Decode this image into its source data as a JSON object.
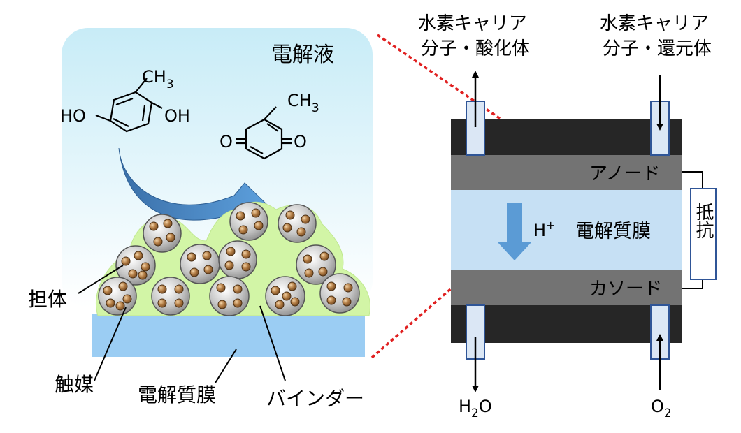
{
  "left_panel": {
    "electrolyte_label": "電解液",
    "reactant": {
      "ho_left": "HO",
      "oh_right": "OH",
      "methyl": "CH",
      "methyl_sub": "3"
    },
    "product": {
      "o_left": "O",
      "o_right": "O",
      "methyl": "CH",
      "methyl_sub": "3"
    },
    "support_label": "担体",
    "catalyst_label": "触媒",
    "membrane_label": "電解質膜",
    "binder_label": "バインダー"
  },
  "right_panel": {
    "top_left_label": [
      "水素キャリア",
      "分子・酸化体"
    ],
    "top_right_label": [
      "水素キャリア",
      "分子・還元体"
    ],
    "anode_label": "アノード",
    "membrane_label": "電解質膜",
    "cathode_label": "カソード",
    "proton": {
      "base": "H",
      "sup": "+"
    },
    "resistor_label": "抵抗",
    "water": {
      "pre": "H",
      "sub": "2",
      "post": "O"
    },
    "oxygen": {
      "pre": "O",
      "sub": "2"
    }
  },
  "colors": {
    "electrolyte_bg": "#dff4fb",
    "binder": "#d2f5a6",
    "membrane_left": "#9bcdf3",
    "membrane_right": "#c6e0f4",
    "electrode_dark": "#262626",
    "electrode_gray": "#737373",
    "curved_arrow": "#3f7fc0",
    "proton_arrow": "#5b9bd5",
    "zoom_circle": "#e02020",
    "catalyst": "#9a6a3a",
    "support": "#bdbdbd"
  }
}
